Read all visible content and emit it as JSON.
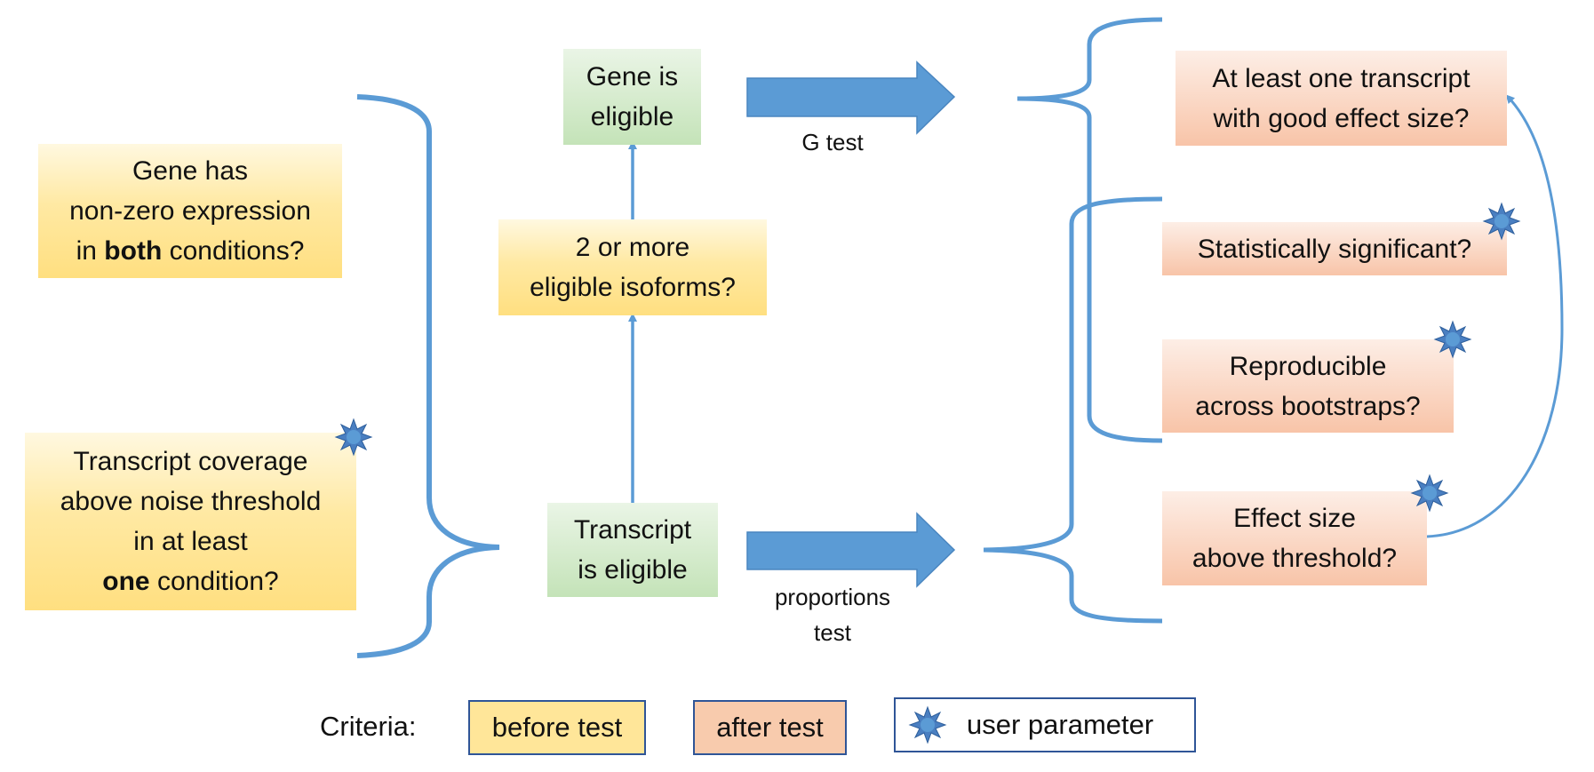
{
  "criteria": {
    "gene_nonzero": {
      "lines": [
        "Gene has",
        "non-zero expression"
      ],
      "line3_prefix": "in ",
      "line3_bold": "both",
      "line3_suffix": " conditions?"
    },
    "transcript_coverage": {
      "lines": [
        "Transcript coverage",
        "above noise threshold",
        "in at least"
      ],
      "line4_bold": "one",
      "line4_suffix": " condition?"
    },
    "two_or_more": [
      "2 or more",
      "eligible isoforms?"
    ],
    "at_least_one": [
      "At least one transcript",
      "with good effect size?"
    ],
    "stat_sig": "Statistically significant?",
    "reproducible": [
      "Reproducible",
      "across bootstraps?"
    ],
    "effect_size": [
      "Effect size",
      "above threshold?"
    ]
  },
  "outcomes": {
    "gene_eligible": [
      "Gene is",
      "eligible"
    ],
    "transcript_eligible": [
      "Transcript",
      "is eligible"
    ]
  },
  "tests": {
    "g_test": "G test",
    "proportions_test": [
      "proportions",
      "test"
    ]
  },
  "legend": {
    "title": "Criteria:",
    "before": "before test",
    "after": "after test",
    "user_param": "user parameter"
  },
  "colors": {
    "connector": "#5b9bd5",
    "before_test": "#ffe699",
    "after_test": "#f8cbad",
    "eligible": "#c6e0b4",
    "legend_border": "#2f5597"
  },
  "icons": {
    "user_parameter": "star-burst-icon"
  }
}
